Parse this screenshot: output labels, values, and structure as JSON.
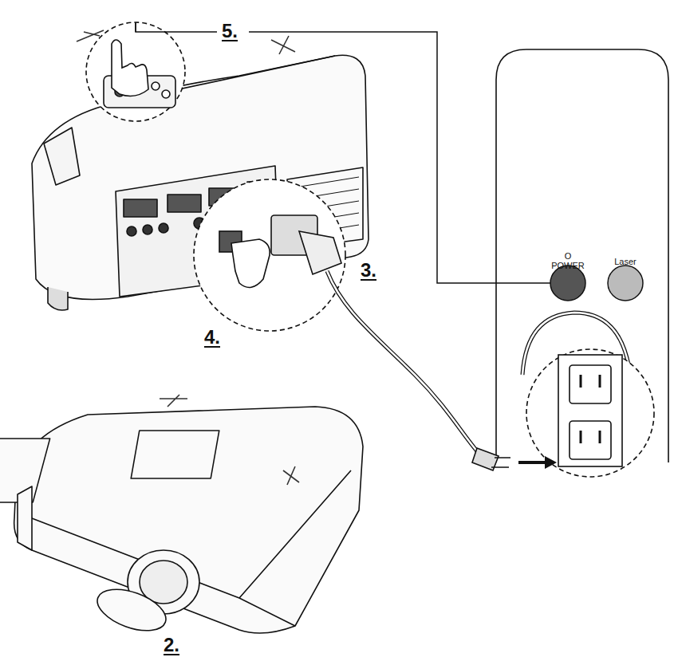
{
  "diagram": {
    "labels": [
      "5.",
      "3.",
      "4.",
      "2.",
      "O",
      "POWER",
      "Laser"
    ]
  }
}
